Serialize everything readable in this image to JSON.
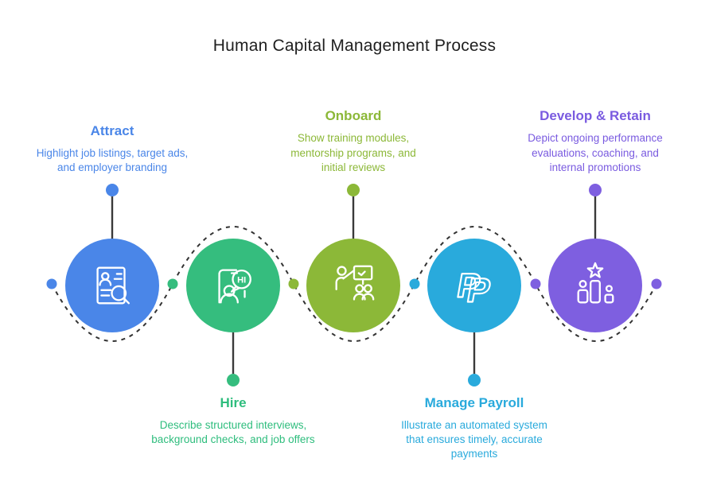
{
  "title": "Human Capital Management Process",
  "colors": {
    "background": "#ffffff",
    "title_text": "#1f1f1f",
    "connector_line": "#333333",
    "attract": "#4a86e8",
    "hire": "#35bd7e",
    "onboard": "#8cb838",
    "manage_payroll": "#29aadc",
    "develop_retain": "#7e5fe0"
  },
  "nodes": [
    {
      "id": "attract",
      "label": "Attract",
      "description": "Highlight job listings, target ads, and employer branding",
      "color": "#4a86e8",
      "icon": "resume-search-icon",
      "text_position": "top"
    },
    {
      "id": "hire",
      "label": "Hire",
      "description": "Describe structured interviews, background checks, and job offers",
      "color": "#35bd7e",
      "icon": "interview-greeting-icon",
      "icon_text": "HI",
      "text_position": "bottom"
    },
    {
      "id": "onboard",
      "label": "Onboard",
      "description": "Show training modules, mentorship programs, and initial reviews",
      "color": "#8cb838",
      "icon": "training-presentation-icon",
      "text_position": "top"
    },
    {
      "id": "manage_payroll",
      "label": "Manage Payroll",
      "description": "Illustrate an automated system that ensures timely, accurate payments",
      "color": "#29aadc",
      "icon": "paypal-icon",
      "text_position": "bottom"
    },
    {
      "id": "develop_retain",
      "label": "Develop & Retain",
      "description": "Depict ongoing performance evaluations, coaching, and internal promotions",
      "color": "#7e5fe0",
      "icon": "star-podium-icon",
      "text_position": "top"
    }
  ]
}
